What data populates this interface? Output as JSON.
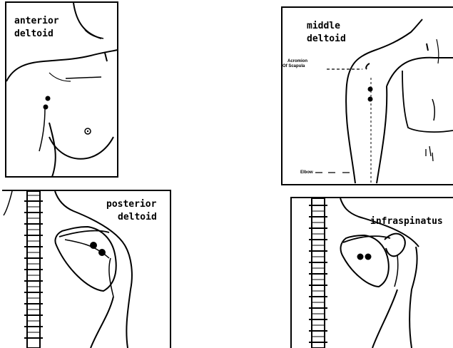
{
  "panels": {
    "anterior_deltoid": {
      "label_line1": "anterior",
      "label_line2": "deltoid"
    },
    "middle_deltoid": {
      "label_line1": "middle",
      "label_line2": "deltoid",
      "acromion_line1": "Acromion",
      "acromion_line2": "Of Scapula",
      "elbow": "Elbow"
    },
    "posterior_deltoid": {
      "label_line1": "posterior",
      "label_line2": "deltoid"
    },
    "infraspinatus": {
      "label": "infraspinatus"
    }
  },
  "colors": {
    "ink": "#000000",
    "paper": "#ffffff"
  }
}
